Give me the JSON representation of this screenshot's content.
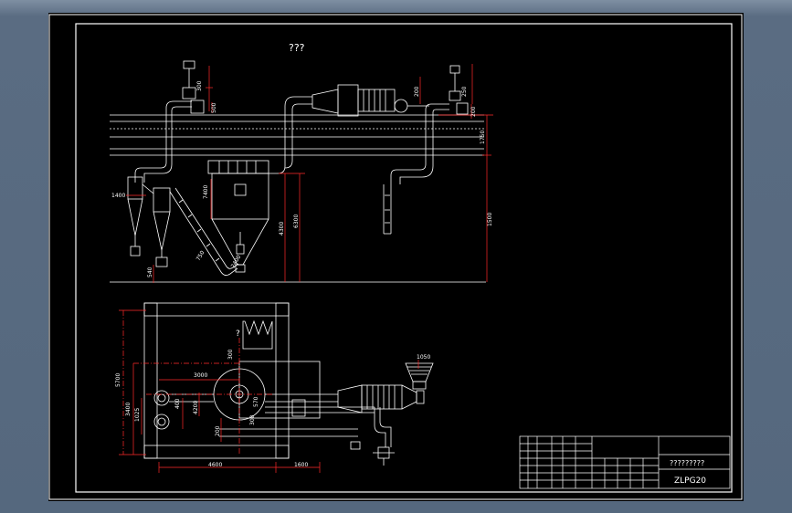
{
  "drawing": {
    "top_title": "???",
    "vessel_mark": "?",
    "title_block_name": "?????????",
    "title_block_code": "ZLPG20"
  },
  "dimensions": {
    "elevation": [
      "300",
      "500",
      "1500",
      "1750",
      "4300",
      "6300",
      "7400",
      "1400",
      "540",
      "2400",
      "750",
      "200",
      "250",
      "200"
    ],
    "plan": [
      "5700",
      "3400",
      "1025",
      "4600",
      "1600",
      "3000",
      "400",
      "4200",
      "200",
      "300",
      "1050",
      "570",
      "300"
    ]
  },
  "colors": {
    "sheet_background": "#000000",
    "viewport_background": "#5a6c82",
    "lines": "#ffffff",
    "dimensions": "#ff2a2a",
    "centerlines": "#ff2a2a"
  }
}
